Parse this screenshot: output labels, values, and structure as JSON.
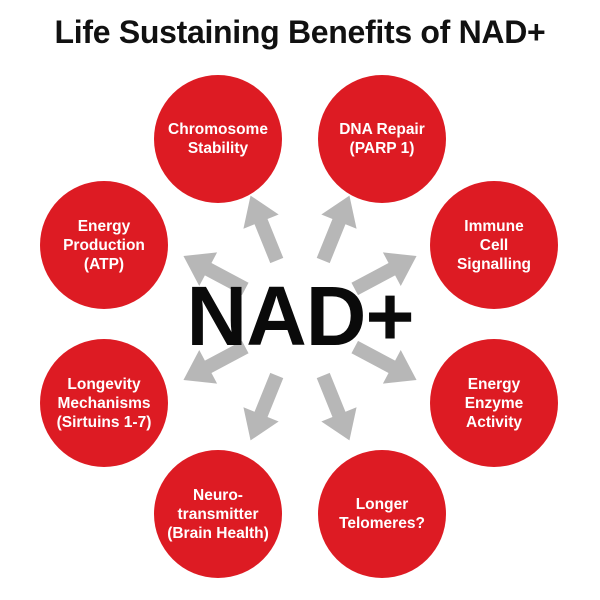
{
  "title": "Life Sustaining Benefits of NAD+",
  "center": "NAD+",
  "colors": {
    "circle": "#dd1b23",
    "arrow": "#b7b7b7",
    "text": "#ffffff"
  },
  "benefits": [
    {
      "label": "Chromosome\nStability"
    },
    {
      "label": "DNA Repair\n(PARP 1)"
    },
    {
      "label": "Immune\nCell\nSignalling"
    },
    {
      "label": "Energy\nEnzyme\nActivity"
    },
    {
      "label": "Longer\nTelomeres?"
    },
    {
      "label": "Neuro-\ntransmitter\n(Brain Health)"
    },
    {
      "label": "Longevity\nMechanisms\n(Sirtuins 1-7)"
    },
    {
      "label": "Energy\nProduction\n(ATP)"
    }
  ]
}
